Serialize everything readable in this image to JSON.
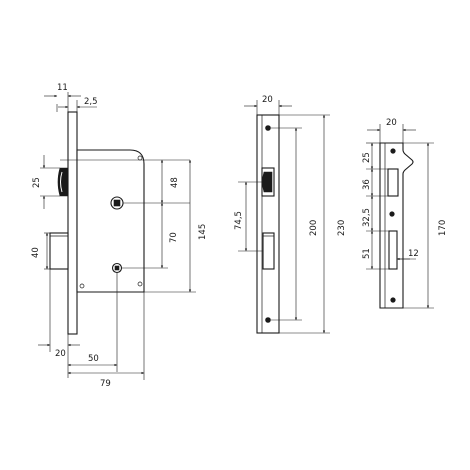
{
  "lock_body_view": {
    "faceplate_width": "11",
    "faceplate_thickness": "2,5",
    "follower_height": "25",
    "latch_to_follower": "48",
    "follower_to_cylinder": "70",
    "body_height": "145",
    "bolt_height": "40",
    "bolt_throw": "20",
    "backset": "50",
    "body_depth": "79"
  },
  "faceplate_view": {
    "width": "20",
    "slot_distance": "74,5",
    "screw_distance": "200",
    "length": "230"
  },
  "strike_view": {
    "width": "20",
    "top_offset": "25",
    "latch_opening": "36",
    "gap": "32,5",
    "bolt_opening": "51",
    "bolt_opening_width": "12",
    "length": "170"
  }
}
